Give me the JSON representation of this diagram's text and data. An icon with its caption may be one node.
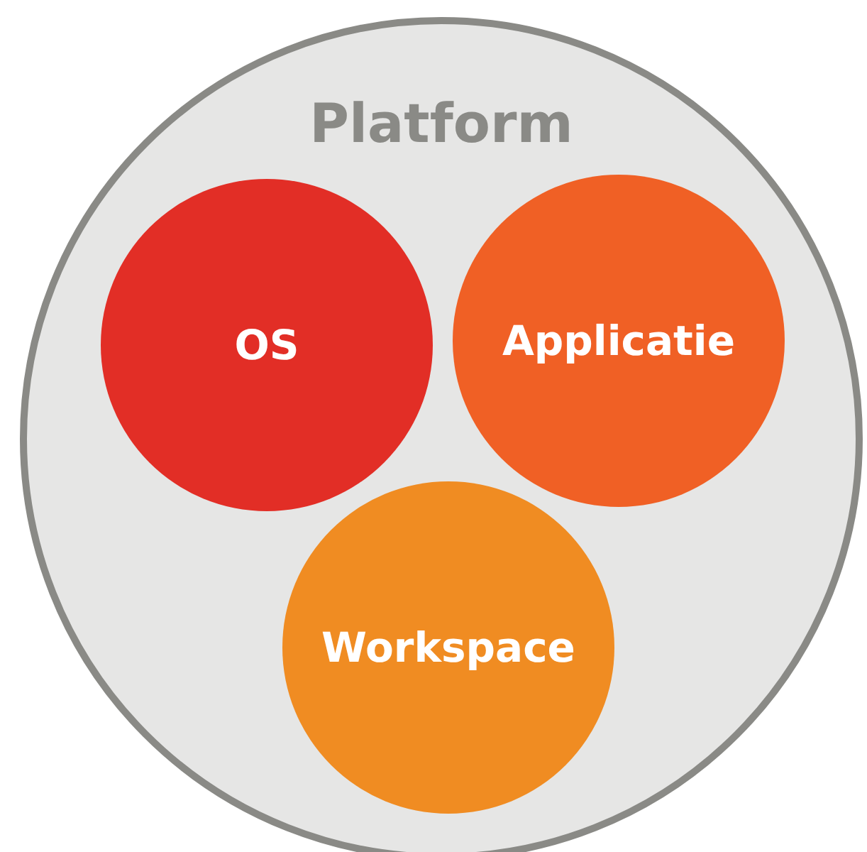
{
  "diagram": {
    "nodes": [
      {
        "text": [
          "Platform"
        ]
      },
      {
        "text": [
          "OS"
        ],
        "in": 0
      },
      {
        "text": [
          "Applicatie"
        ],
        "in": 0
      },
      {
        "text": [
          "Workspace"
        ],
        "in": 0
      }
    ]
  }
}
